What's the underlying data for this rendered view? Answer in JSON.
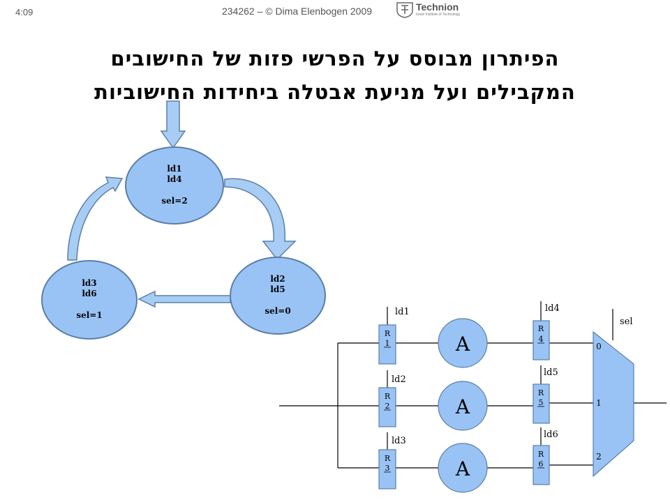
{
  "header": {
    "slide_number": "4:09",
    "copyright": "234262 – © Dima Elenbogen 2009",
    "logo_text": "Technion",
    "logo_subtext": "Israel Institute of Technology"
  },
  "title": {
    "line1": "הפיתרון מבוסס על הפרשי פזות של החישובים",
    "line2": "המקבילים ועל מניעת אבטלה ביחידות החישוביות"
  },
  "state_diagram": {
    "states": [
      {
        "line1": "ld1",
        "line2": "ld4",
        "line3": "sel=2"
      },
      {
        "line1": "ld2",
        "line2": "ld5",
        "line3": "sel=0"
      },
      {
        "line1": "ld3",
        "line2": "ld6",
        "line3": "sel=1"
      }
    ]
  },
  "circuit": {
    "input_regs": [
      {
        "letter": "R",
        "index": "1",
        "load": "ld1"
      },
      {
        "letter": "R",
        "index": "2",
        "load": "ld2"
      },
      {
        "letter": "R",
        "index": "3",
        "load": "ld3"
      }
    ],
    "units": [
      "A",
      "A",
      "A"
    ],
    "output_regs": [
      {
        "letter": "R",
        "index": "4",
        "load": "ld4"
      },
      {
        "letter": "R",
        "index": "5",
        "load": "ld5"
      },
      {
        "letter": "R",
        "index": "6",
        "load": "ld6"
      }
    ],
    "mux": {
      "select_label": "sel",
      "inputs": [
        "0",
        "1",
        "2"
      ]
    }
  },
  "colors": {
    "fill": "#99c3f5",
    "stroke": "#5b7ea6",
    "arrow_fill": "#a8cdf5",
    "wire": "#000000"
  }
}
